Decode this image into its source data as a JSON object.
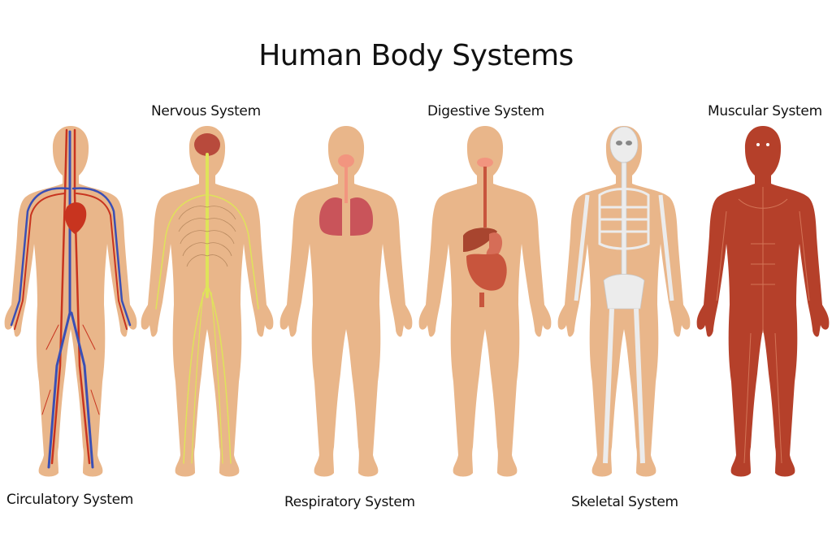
{
  "title": "Human Body Systems",
  "colors": {
    "skin": "#e9b68a",
    "artery": "#c8341f",
    "vein": "#3a4fb5",
    "nerve": "#dfe35a",
    "brain": "#b84a3c",
    "lung": "#c9545a",
    "airway": "#f2957f",
    "digestive": "#c8553d",
    "bone": "#ececec",
    "muscle": "#b5402a"
  },
  "systems": [
    {
      "id": "circulatory",
      "label": "Circulatory System",
      "label_position": "bottom"
    },
    {
      "id": "nervous",
      "label": "Nervous System",
      "label_position": "top"
    },
    {
      "id": "respiratory",
      "label": "Respiratory System",
      "label_position": "bottom"
    },
    {
      "id": "digestive",
      "label": "Digestive System",
      "label_position": "top"
    },
    {
      "id": "skeletal",
      "label": "Skeletal System",
      "label_position": "bottom"
    },
    {
      "id": "muscular",
      "label": "Muscular System",
      "label_position": "top"
    }
  ]
}
